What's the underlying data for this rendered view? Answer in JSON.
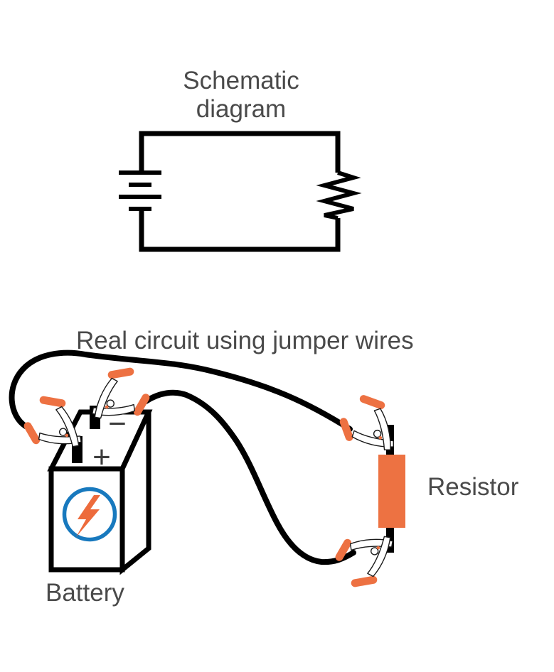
{
  "colors": {
    "background": "#ffffff",
    "line_black": "#000000",
    "text_gray": "#4a4a4a",
    "sign_gray": "#3d3d3d",
    "clip_orange": "#ed7142",
    "resistor_orange": "#ed7242",
    "bolt_orange": "#ed6b3c",
    "icon_blue": "#1879be"
  },
  "schematic": {
    "title_line1": "Schematic",
    "title_line2": "diagram"
  },
  "real_circuit": {
    "caption": "Real circuit using jumper wires",
    "battery": {
      "label": "Battery",
      "minus_sign": "−",
      "plus_sign": "+",
      "icon": "lightning-bolt-icon"
    },
    "resistor": {
      "label": "Resistor"
    }
  }
}
